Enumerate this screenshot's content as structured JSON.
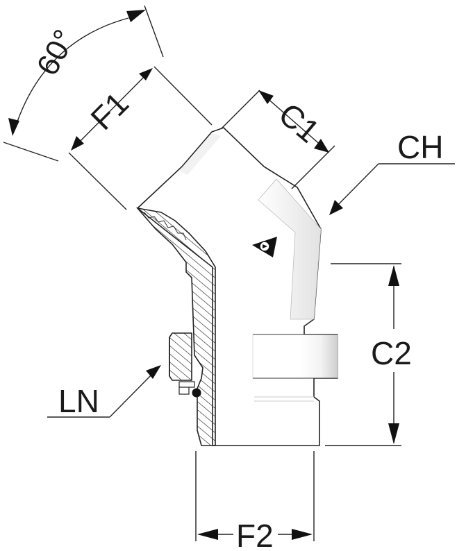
{
  "diagram": {
    "labels": {
      "angle": "60°",
      "f1": "F1",
      "c1": "C1",
      "ch": "CH",
      "c2": "C2",
      "ln": "LN",
      "f2": "F2"
    },
    "colors": {
      "line": "#222222",
      "body": "#ffffff",
      "nut_shade": "#d9d9d9",
      "hatch": "#333333"
    },
    "logo_icon": "manufacturer-logo-icon"
  }
}
